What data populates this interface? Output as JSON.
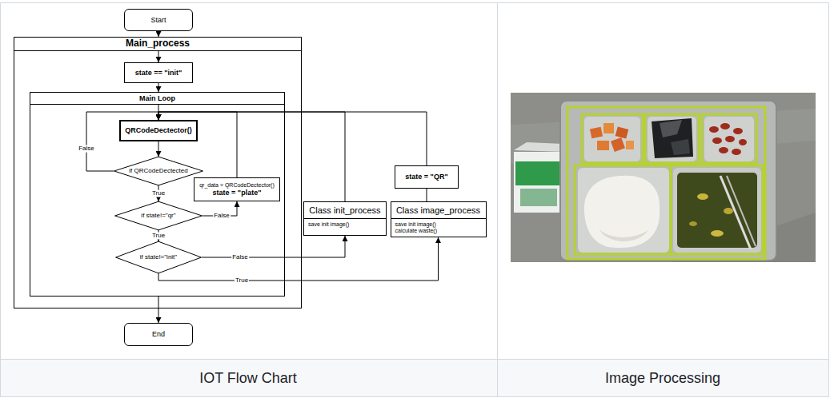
{
  "diagram": {
    "nodes": [
      {
        "text": [
          "Start"
        ]
      },
      {
        "text": [
          "Main_process"
        ]
      },
      {
        "text": [
          "state == \"init\""
        ],
        "in": 1
      },
      {
        "text": [
          "Main Loop"
        ],
        "in": 1
      },
      {
        "text": [
          "QRCodeDectector()"
        ],
        "in": 3
      },
      {
        "text": [
          "if QRCodeDectected"
        ],
        "in": 3
      },
      {
        "text": [
          "if state!=\"qr\""
        ],
        "in": 3
      },
      {
        "text": [
          "if state!=\"init\""
        ],
        "in": 3
      },
      {
        "text": [
          "qr_data = QRCodeDectector()",
          "state = \"plate\""
        ],
        "in": 3
      },
      {
        "text": [
          "Class init_process",
          "save init image()"
        ]
      },
      {
        "text": [
          "state = \"QR\""
        ]
      },
      {
        "text": [
          "Class image_process",
          "save init image()",
          "calculate waste()"
        ]
      },
      {
        "text": [
          "End"
        ]
      }
    ],
    "edges": [
      {
        "from": 0,
        "to": 1,
        "arrow": "to"
      },
      {
        "from": 2,
        "to": 3,
        "arrow": "to"
      },
      {
        "from": 4,
        "to": 5,
        "arrow": "to"
      },
      {
        "from": 5,
        "to": 4,
        "label": "False",
        "arrow": "to"
      },
      {
        "from": 5,
        "to": 6,
        "label": "True",
        "arrow": "to"
      },
      {
        "from": 6,
        "to": 8,
        "label": "False",
        "arrow": "to"
      },
      {
        "from": 8,
        "to": 4,
        "arrow": "to"
      },
      {
        "from": 6,
        "to": 7,
        "label": "True",
        "arrow": "to"
      },
      {
        "from": 7,
        "to": 9,
        "label": "False",
        "arrow": "to"
      },
      {
        "from": 9,
        "to": 4,
        "arrow": "to"
      },
      {
        "from": 7,
        "to": 11,
        "label": "True",
        "arrow": "to"
      },
      {
        "from": 11,
        "to": 10,
        "arrow": "none"
      },
      {
        "from": 10,
        "to": 4,
        "arrow": "to"
      },
      {
        "from": 3,
        "to": 12,
        "arrow": "to"
      }
    ],
    "labels": [
      "IOT Flow Chart",
      "Image Processing"
    ]
  }
}
